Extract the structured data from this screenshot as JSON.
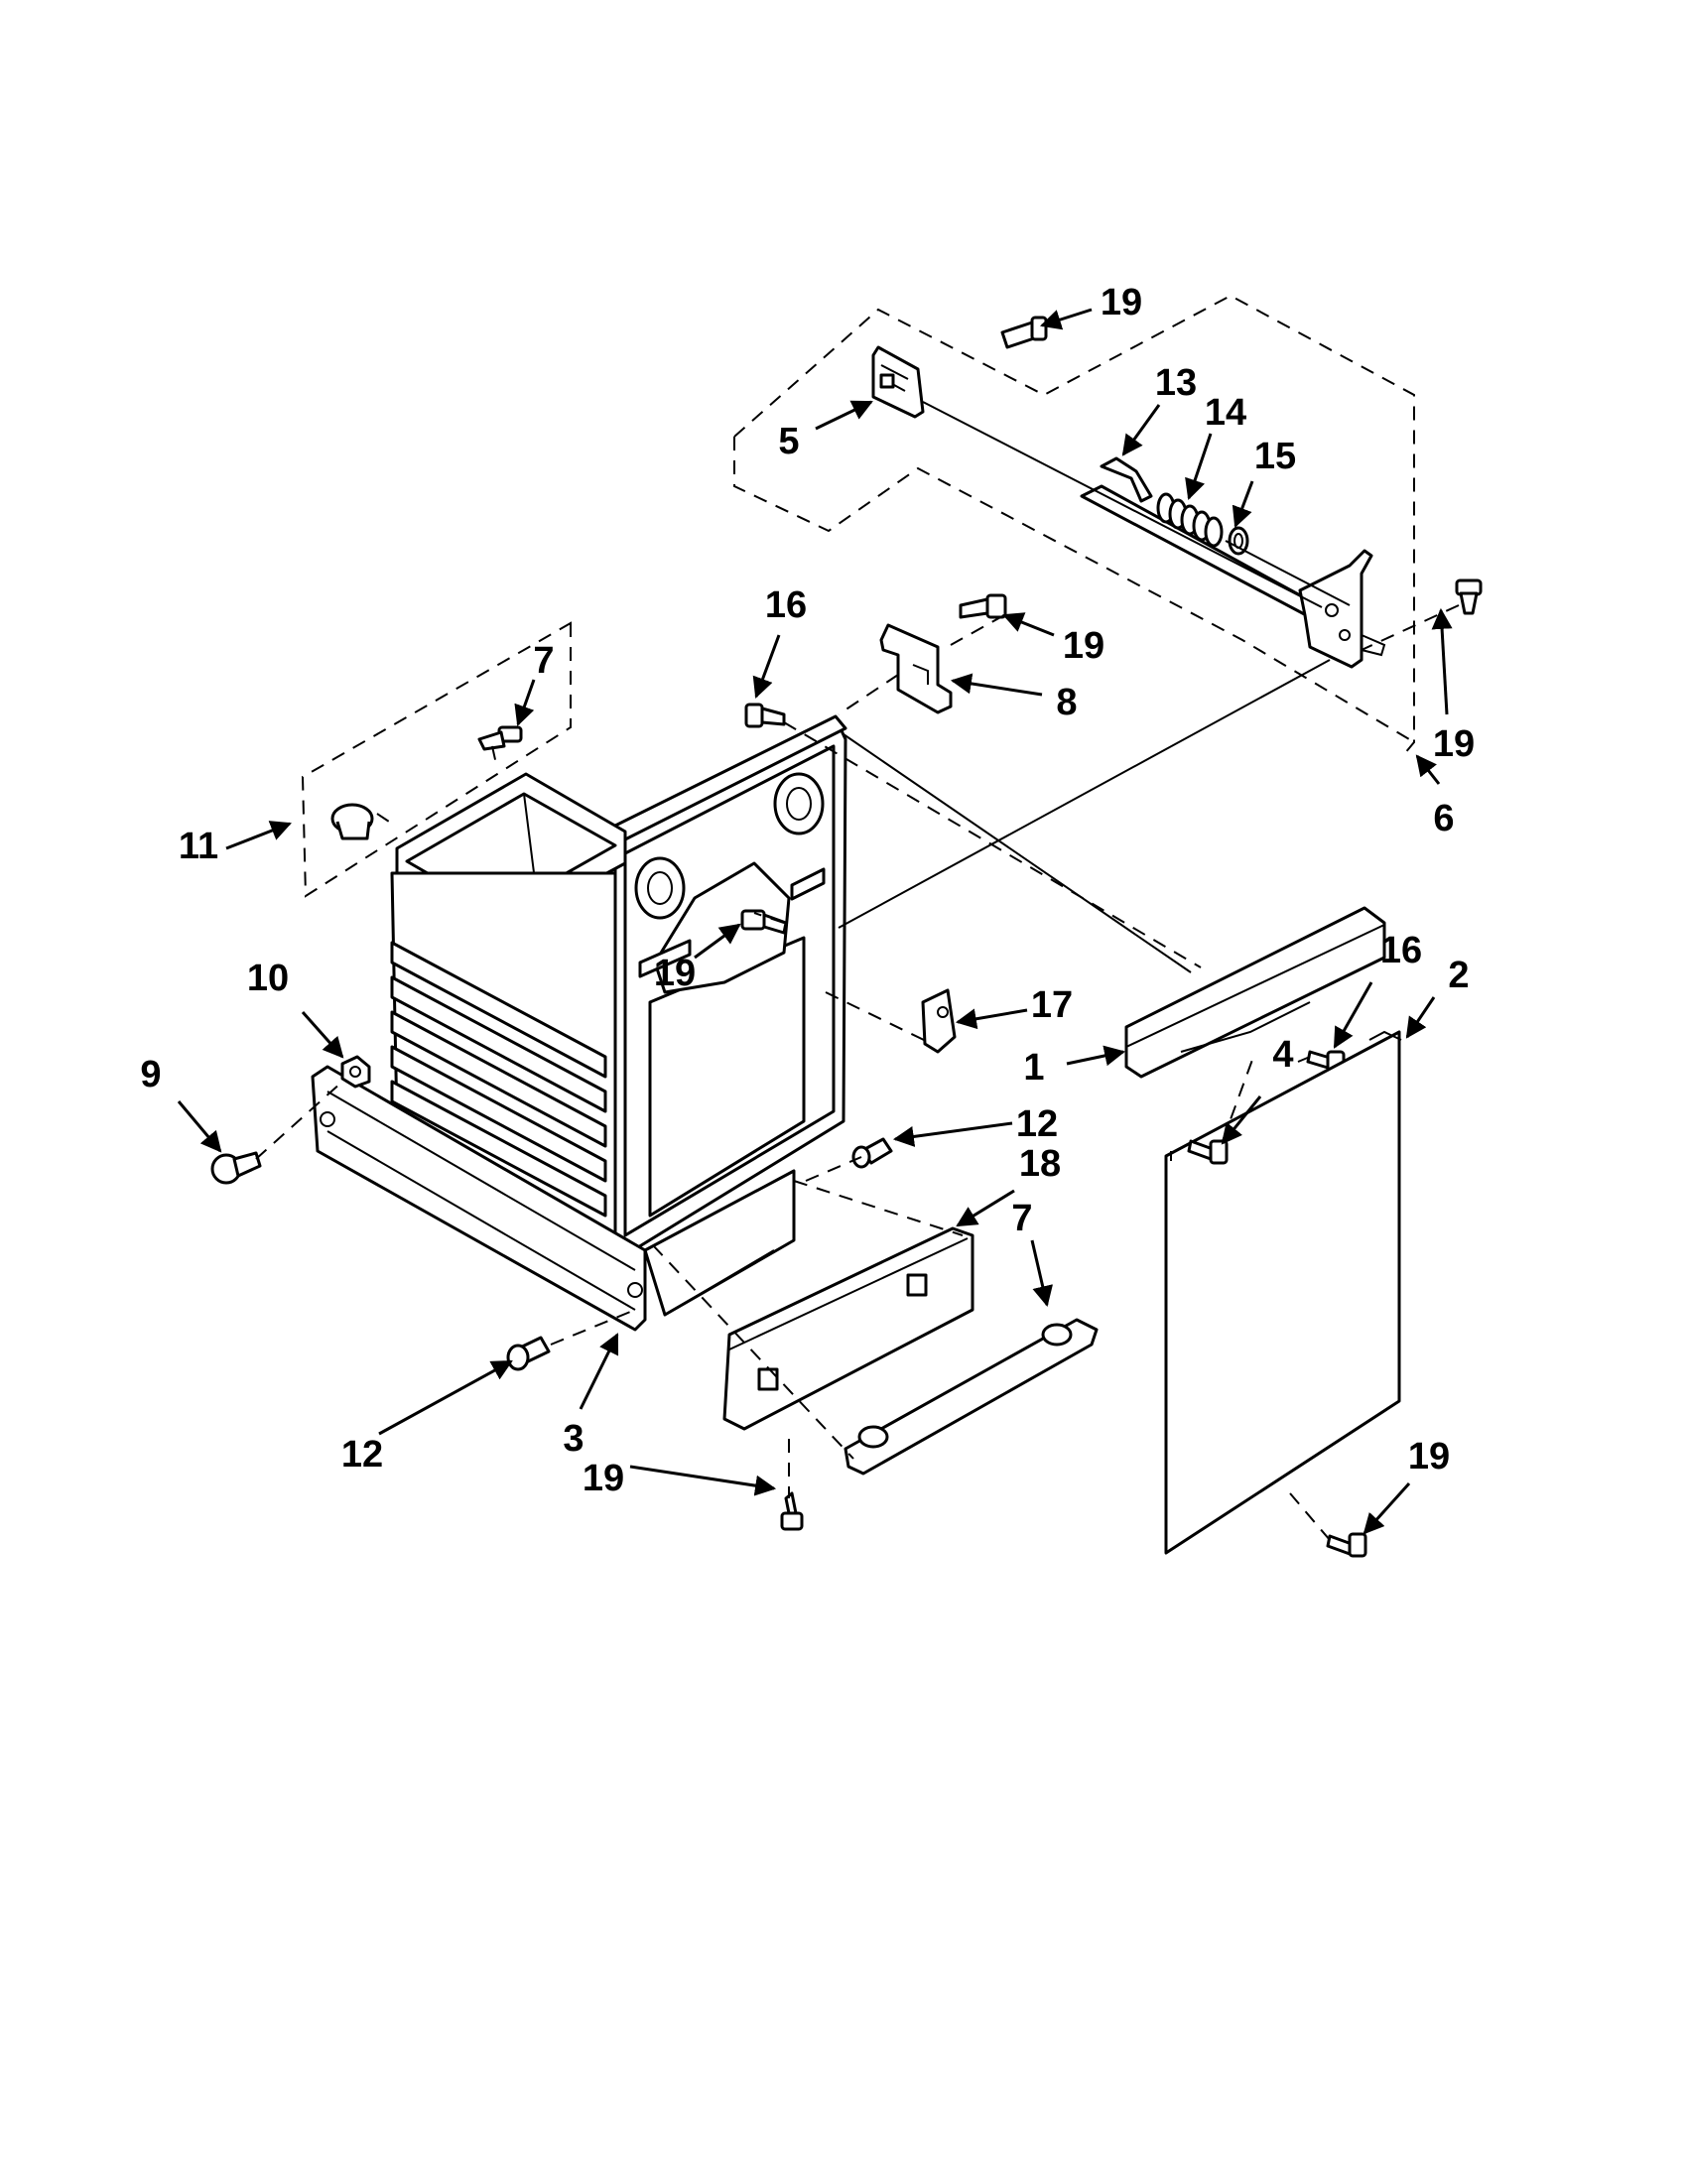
{
  "callouts": [
    {
      "id": "c19a",
      "text": "19"
    },
    {
      "id": "c5",
      "text": "5"
    },
    {
      "id": "c13",
      "text": "13"
    },
    {
      "id": "c14",
      "text": "14"
    },
    {
      "id": "c15",
      "text": "15"
    },
    {
      "id": "c16a",
      "text": "16"
    },
    {
      "id": "c19b",
      "text": "19"
    },
    {
      "id": "c8",
      "text": "8"
    },
    {
      "id": "c19c",
      "text": "19"
    },
    {
      "id": "c6",
      "text": "6"
    },
    {
      "id": "c7a",
      "text": "7"
    },
    {
      "id": "c11",
      "text": "11"
    },
    {
      "id": "c10",
      "text": "10"
    },
    {
      "id": "c19d",
      "text": "19"
    },
    {
      "id": "c9",
      "text": "9"
    },
    {
      "id": "c17",
      "text": "17"
    },
    {
      "id": "c16b",
      "text": "16"
    },
    {
      "id": "c2",
      "text": "2"
    },
    {
      "id": "c1",
      "text": "1"
    },
    {
      "id": "c4",
      "text": "4"
    },
    {
      "id": "c12a",
      "text": "12"
    },
    {
      "id": "c18",
      "text": "18"
    },
    {
      "id": "c7b",
      "text": "7"
    },
    {
      "id": "c12b",
      "text": "12"
    },
    {
      "id": "c3",
      "text": "3"
    },
    {
      "id": "c19e",
      "text": "19"
    },
    {
      "id": "c19f",
      "text": "19"
    }
  ]
}
